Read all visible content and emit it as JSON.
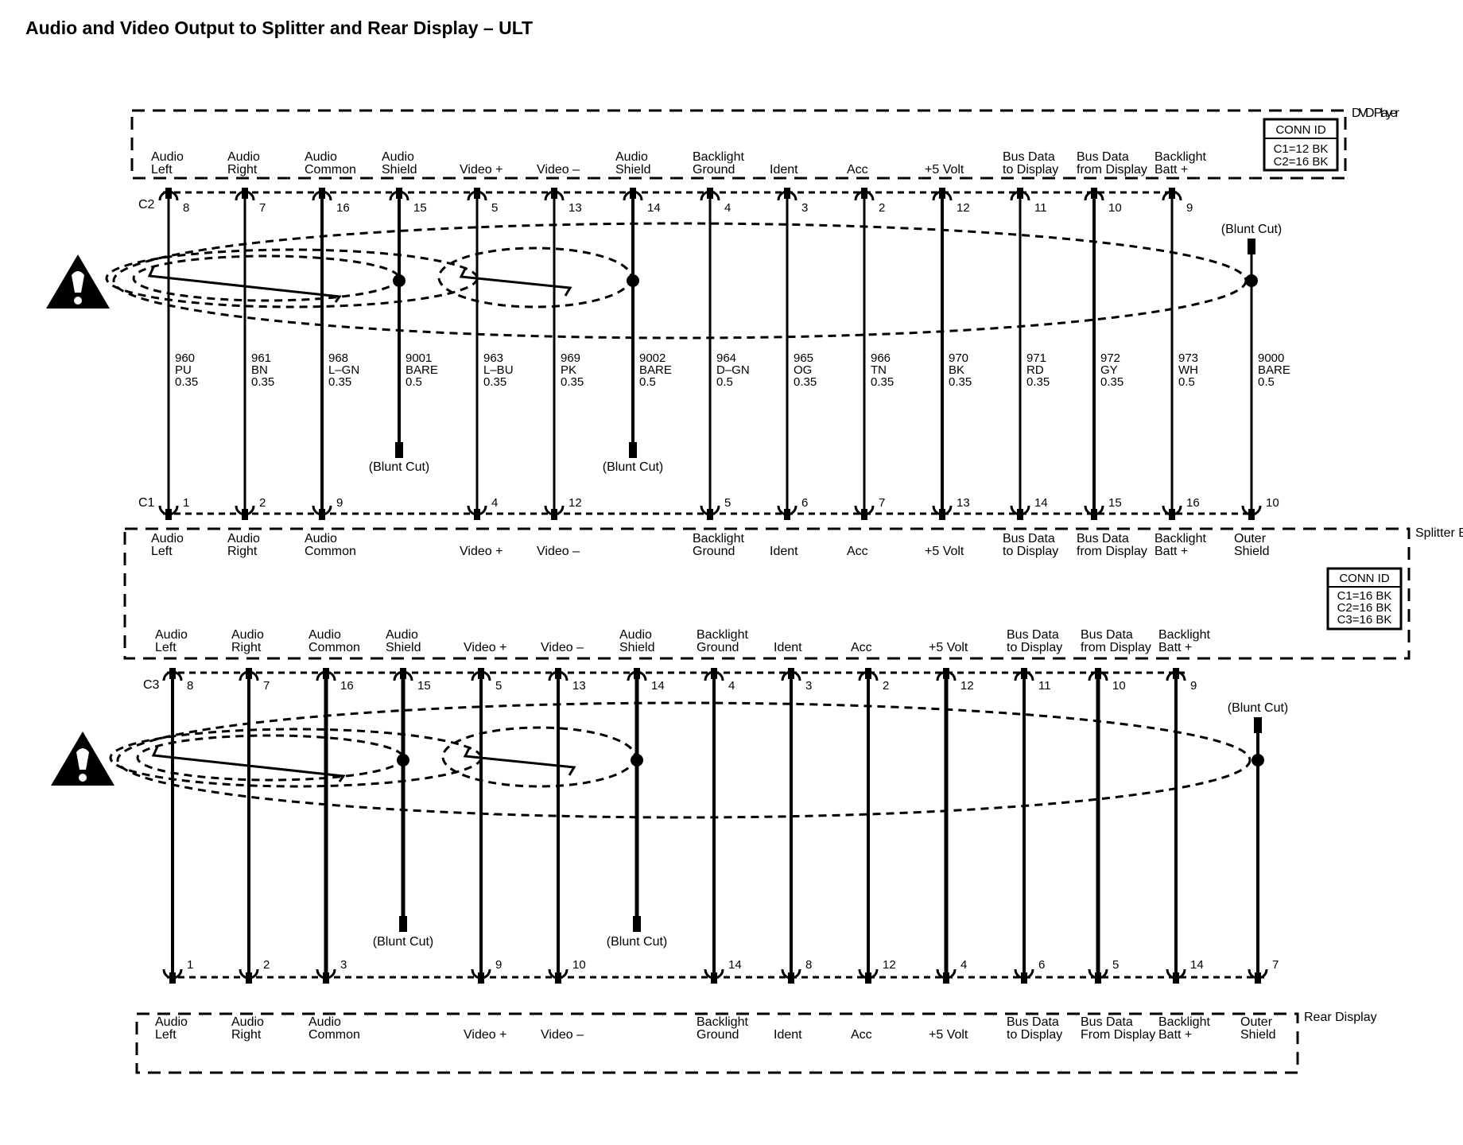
{
  "title": "Audio and Video Output to Splitter and Rear Display – ULT",
  "components": {
    "dvd_player": "DVD Player",
    "splitter_box": "Splitter Box",
    "rear_display": "Rear Display"
  },
  "conn_id": {
    "dvd": {
      "heading": "CONN ID",
      "lines": [
        "C1=12 BK",
        "C2=16 BK"
      ]
    },
    "splitter": {
      "heading": "CONN ID",
      "lines": [
        "C1=16 BK",
        "C2=16 BK",
        "C3=16 BK"
      ]
    }
  },
  "connectors": {
    "c2": "C2",
    "c1": "C1",
    "c3": "C3"
  },
  "blunt_cut": "(Blunt Cut)",
  "columns": [
    {
      "id": "audio-left",
      "dvd_label": "Audio Left",
      "c2_pin": "8",
      "circuit": "960",
      "color": "PU",
      "size": "0.35",
      "c1_pin": "1",
      "split_top_label": "Audio Left",
      "split_bot_label": "Audio Left",
      "c3_pin": "8",
      "rear_pin": "1",
      "rear_label": "Audio Left"
    },
    {
      "id": "audio-right",
      "dvd_label": "Audio Right",
      "c2_pin": "7",
      "circuit": "961",
      "color": "BN",
      "size": "0.35",
      "c1_pin": "2",
      "split_top_label": "Audio Right",
      "split_bot_label": "Audio Right",
      "c3_pin": "7",
      "rear_pin": "2",
      "rear_label": "Audio Right"
    },
    {
      "id": "audio-common",
      "dvd_label": "Audio Common",
      "c2_pin": "16",
      "circuit": "968",
      "color": "L–GN",
      "size": "0.35",
      "c1_pin": "9",
      "split_top_label": "Audio Common",
      "split_bot_label": "Audio Common",
      "c3_pin": "16",
      "rear_pin": "3",
      "rear_label": "Audio Common"
    },
    {
      "id": "audio-shield-1",
      "dvd_label": "Audio Shield",
      "c2_pin": "15",
      "circuit": "9001",
      "color": "BARE",
      "size": "0.5",
      "c1_pin": "",
      "split_top_label": "",
      "split_bot_label": "Audio Shield",
      "c3_pin": "15",
      "rear_pin": "",
      "rear_label": ""
    },
    {
      "id": "video-plus",
      "dvd_label": "Video +",
      "c2_pin": "5",
      "circuit": "963",
      "color": "L–BU",
      "size": "0.35",
      "c1_pin": "4",
      "split_top_label": "Video +",
      "split_bot_label": "Video +",
      "c3_pin": "5",
      "rear_pin": "9",
      "rear_label": "Video +"
    },
    {
      "id": "video-minus",
      "dvd_label": "Video –",
      "c2_pin": "13",
      "circuit": "969",
      "color": "PK",
      "size": "0.35",
      "c1_pin": "12",
      "split_top_label": "Video –",
      "split_bot_label": "Video –",
      "c3_pin": "13",
      "rear_pin": "10",
      "rear_label": "Video –"
    },
    {
      "id": "audio-shield-2",
      "dvd_label": "Audio Shield",
      "c2_pin": "14",
      "circuit": "9002",
      "color": "BARE",
      "size": "0.5",
      "c1_pin": "",
      "split_top_label": "",
      "split_bot_label": "Audio Shield",
      "c3_pin": "14",
      "rear_pin": "",
      "rear_label": ""
    },
    {
      "id": "backlight-ground",
      "dvd_label": "Backlight Ground",
      "c2_pin": "4",
      "circuit": "964",
      "color": "D–GN",
      "size": "0.5",
      "c1_pin": "5",
      "split_top_label": "Backlight Ground",
      "split_bot_label": "Backlight Ground",
      "c3_pin": "4",
      "rear_pin": "14",
      "rear_label": "Backlight Ground"
    },
    {
      "id": "ident",
      "dvd_label": "Ident",
      "c2_pin": "3",
      "circuit": "965",
      "color": "OG",
      "size": "0.35",
      "c1_pin": "6",
      "split_top_label": "Ident",
      "split_bot_label": "Ident",
      "c3_pin": "3",
      "rear_pin": "8",
      "rear_label": "Ident"
    },
    {
      "id": "acc",
      "dvd_label": "Acc",
      "c2_pin": "2",
      "circuit": "966",
      "color": "TN",
      "size": "0.35",
      "c1_pin": "7",
      "split_top_label": "Acc",
      "split_bot_label": "Acc",
      "c3_pin": "2",
      "rear_pin": "12",
      "rear_label": "Acc"
    },
    {
      "id": "plus-5-volt",
      "dvd_label": "+5 Volt",
      "c2_pin": "12",
      "circuit": "970",
      "color": "BK",
      "size": "0.35",
      "c1_pin": "13",
      "split_top_label": "+5 Volt",
      "split_bot_label": "+5 Volt",
      "c3_pin": "12",
      "rear_pin": "4",
      "rear_label": "+5 Volt"
    },
    {
      "id": "bus-data-to-display",
      "dvd_label": "Bus Data to Display",
      "c2_pin": "11",
      "circuit": "971",
      "color": "RD",
      "size": "0.35",
      "c1_pin": "14",
      "split_top_label": "Bus Data to Display",
      "split_bot_label": "Bus Data to Display",
      "c3_pin": "11",
      "rear_pin": "6",
      "rear_label": "Bus Data to Display"
    },
    {
      "id": "bus-data-from-display",
      "dvd_label": "Bus Data from Display",
      "c2_pin": "10",
      "circuit": "972",
      "color": "GY",
      "size": "0.35",
      "c1_pin": "15",
      "split_top_label": "Bus Data from Display",
      "split_bot_label": "Bus Data from Display",
      "c3_pin": "10",
      "rear_pin": "5",
      "rear_label": "Bus Data From Display"
    },
    {
      "id": "backlight-batt",
      "dvd_label": "Backlight Batt +",
      "c2_pin": "9",
      "circuit": "973",
      "color": "WH",
      "size": "0.5",
      "c1_pin": "16",
      "split_top_label": "Backlight Batt +",
      "split_bot_label": "Backlight Batt +",
      "c3_pin": "9",
      "rear_pin": "14",
      "rear_label": "Backlight Batt +"
    },
    {
      "id": "outer-shield",
      "dvd_label": "",
      "c2_pin": "",
      "circuit": "9000",
      "color": "BARE",
      "size": "0.5",
      "c1_pin": "10",
      "split_top_label": "Outer Shield",
      "split_bot_label": "",
      "c3_pin": "",
      "rear_pin": "7",
      "rear_label": "Outer Shield"
    }
  ]
}
